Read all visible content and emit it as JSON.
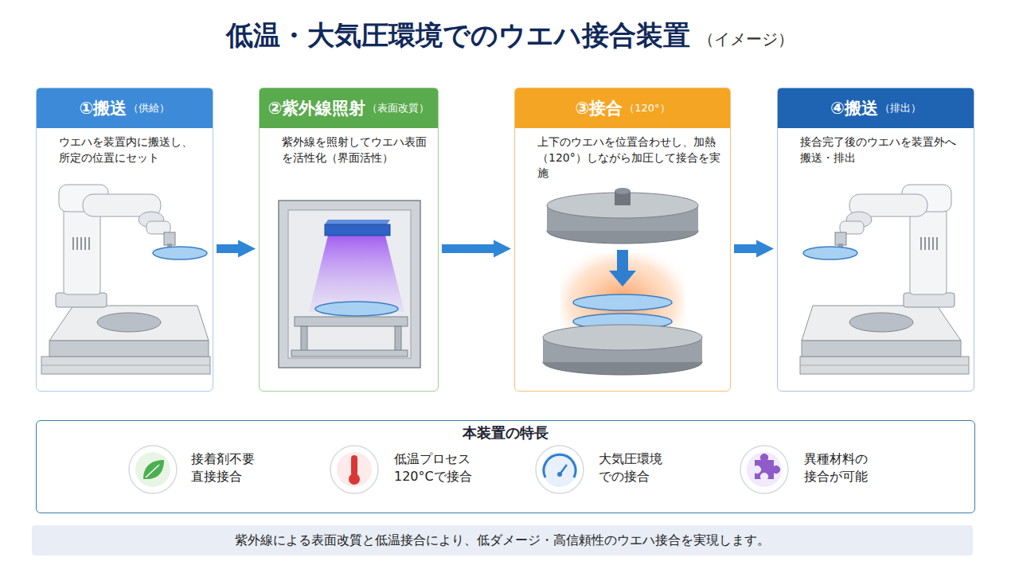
{
  "diagram": {
    "title": "低温・大気圧環境でのウエハ接合装置",
    "caption": "紫外線による表面改質と低温接合により、低ダメージ・高信頼性のウエハ接合を実現します。",
    "nodes": [
      {
        "text": [
          "①搬送",
          "（供給）",
          "ウエハを装置内に搬送し、所定の位置にセット"
        ]
      },
      {
        "text": [
          "②紫外線照射",
          "（表面改質）",
          "紫外線を照射してウエハ表面を活性化（界面活性）"
        ]
      },
      {
        "text": [
          "③接合",
          "（120°）",
          "上下のウエハを位置合わせし、加熱（120°）しながら加圧して接合を実施"
        ]
      },
      {
        "text": [
          "④搬送",
          "（排出）",
          "接合完了後のウエハを装置外へ搬送・排出"
        ]
      },
      {
        "text": [
          "本装置の特長"
        ]
      }
    ],
    "edges": [
      {
        "from": 0,
        "to": 1,
        "arrow": "to"
      },
      {
        "from": 1,
        "to": 2,
        "arrow": "to"
      },
      {
        "from": 2,
        "to": 3,
        "arrow": "to"
      }
    ],
    "labels": [
      "（イメージ）",
      "接着剤不要 直接接合",
      "低温プロセス 120°Cで接合",
      "大気圧環境 での接合",
      "異種材料の 接合が可能"
    ]
  }
}
